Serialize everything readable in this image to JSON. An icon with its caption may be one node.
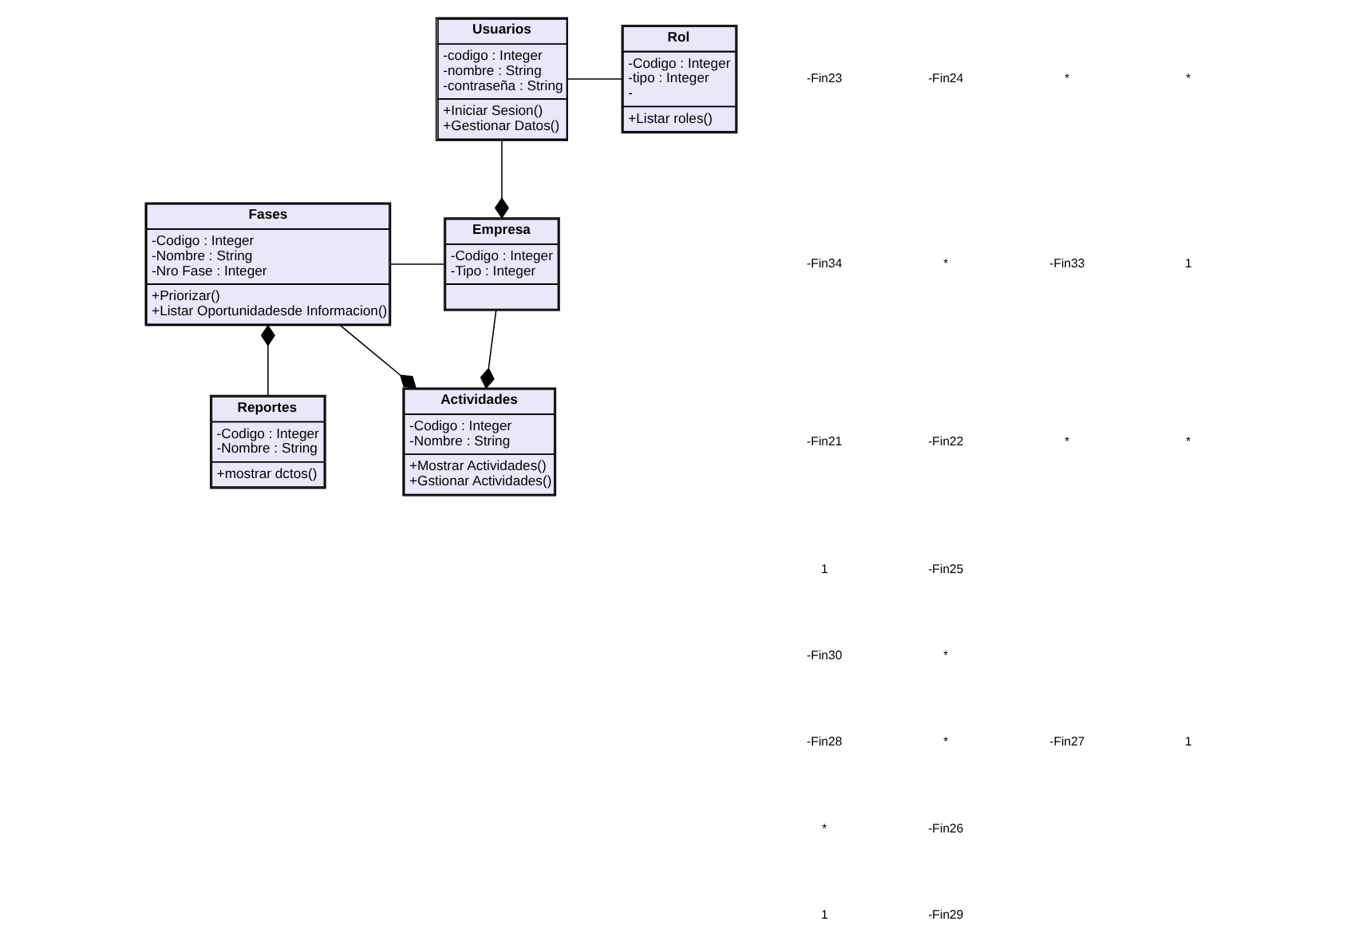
{
  "diagram": {
    "nodes": [
      {
        "text": [
          "Usuarios",
          "-codigo : Integer",
          "-nombre : String",
          "-contraseña : String",
          "+Iniciar Sesion()",
          "+Gestionar Datos()"
        ]
      },
      {
        "text": [
          "Rol",
          "-Codigo : Integer",
          "-tipo : Integer",
          "-",
          "+Listar roles()"
        ]
      },
      {
        "text": [
          "Fases",
          "-Codigo : Integer",
          "-Nombre : String",
          "-Nro Fase : Integer",
          "+Priorizar()",
          "+Listar Oportunidadesde Informacion()"
        ]
      },
      {
        "text": [
          "Empresa",
          "-Codigo : Integer",
          "-Tipo : Integer"
        ]
      },
      {
        "text": [
          "Reportes",
          "-Codigo : Integer",
          "-Nombre : String",
          "+mostrar dctos()"
        ]
      },
      {
        "text": [
          "Actividades",
          "-Codigo : Integer",
          "-Nombre : String",
          "+Mostrar Actividades()",
          "+Gstionar Actividades()"
        ]
      }
    ],
    "edges": [
      {
        "from": 0,
        "to": 1,
        "arrow": "none"
      },
      {
        "from": 0,
        "to": 3,
        "arrow": "other"
      },
      {
        "from": 2,
        "to": 3,
        "arrow": "none"
      },
      {
        "from": 4,
        "to": 2,
        "arrow": "other"
      },
      {
        "from": 3,
        "to": 5,
        "arrow": "other"
      },
      {
        "from": 2,
        "to": 5,
        "arrow": "other"
      }
    ],
    "labels": [
      "-Fin23",
      "-Fin24",
      "*",
      "*",
      "-Fin34",
      "*",
      "-Fin33",
      "1",
      "-Fin21",
      "-Fin22",
      "*",
      "*",
      "1",
      "-Fin25",
      "-Fin30",
      "*",
      "-Fin28",
      "*",
      "-Fin27",
      "1",
      "*",
      "-Fin26",
      "1",
      "-Fin29"
    ]
  }
}
